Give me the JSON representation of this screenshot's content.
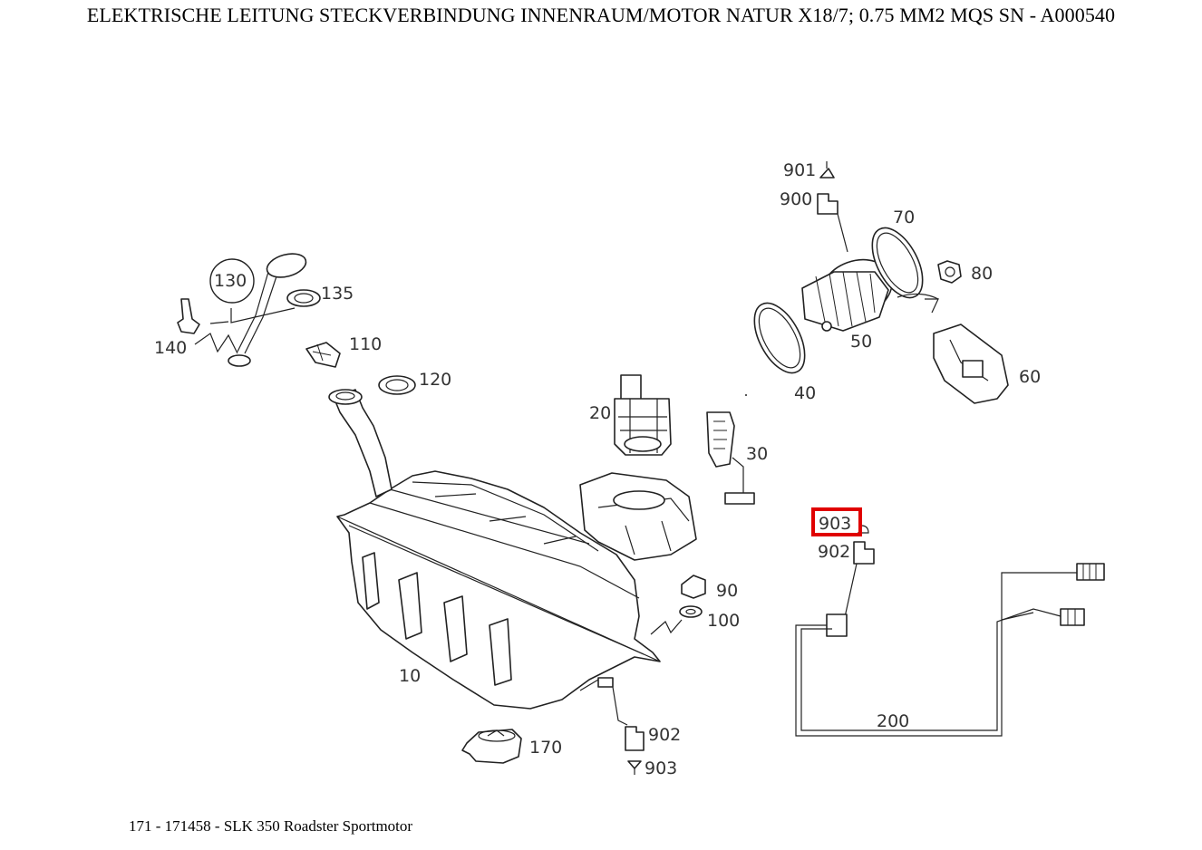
{
  "title": "ELEKTRISCHE LEITUNG STECKVERBINDUNG INNENRAUM/MOTOR NATUR X18/7; 0.75 MM2 MQS SN - A000540",
  "footer": "171 - 171458 - SLK 350 Roadster Sportmotor",
  "highlight_color": "#e00000",
  "parts": [
    {
      "id": "p10",
      "label": "10"
    },
    {
      "id": "p20",
      "label": "20"
    },
    {
      "id": "p30",
      "label": "30"
    },
    {
      "id": "p40",
      "label": "40"
    },
    {
      "id": "p50",
      "label": "50"
    },
    {
      "id": "p60",
      "label": "60"
    },
    {
      "id": "p70",
      "label": "70"
    },
    {
      "id": "p80",
      "label": "80"
    },
    {
      "id": "p90",
      "label": "90"
    },
    {
      "id": "p100",
      "label": "100"
    },
    {
      "id": "p110",
      "label": "110"
    },
    {
      "id": "p120",
      "label": "120"
    },
    {
      "id": "p130",
      "label": "130"
    },
    {
      "id": "p135",
      "label": "135"
    },
    {
      "id": "p140",
      "label": "140"
    },
    {
      "id": "p170",
      "label": "170"
    },
    {
      "id": "p200",
      "label": "200"
    },
    {
      "id": "p900",
      "label": "900"
    },
    {
      "id": "p901",
      "label": "901"
    },
    {
      "id": "p902a",
      "label": "902"
    },
    {
      "id": "p902b",
      "label": "902"
    },
    {
      "id": "p903a",
      "label": "903",
      "highlighted": true
    },
    {
      "id": "p903b",
      "label": "903"
    }
  ]
}
